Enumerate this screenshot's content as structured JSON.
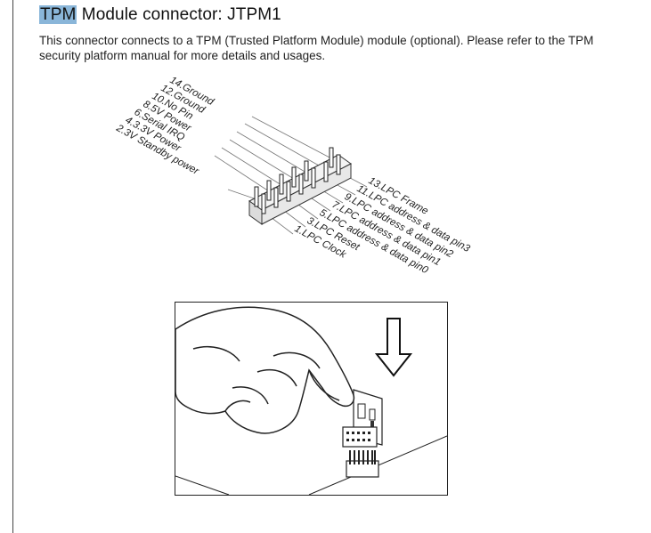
{
  "heading": {
    "highlight": "TPM",
    "rest": " Module connector: JTPM1"
  },
  "description": "This connector connects to a TPM (Trusted Platform Module) module (optional). Please refer to the TPM security platform manual for more details and usages.",
  "pins": {
    "even": [
      "14.Ground",
      "12.Ground",
      "10.No Pin",
      "8.5V Power",
      "6.Serial IRQ",
      "4.3.3V Power",
      "2.3V Standby power"
    ],
    "odd": [
      "13.LPC Frame",
      "11.LPC address & data pin3",
      "9.LPC address & data pin2",
      "7.LPC address & data pin1",
      "5.LPC address & data pin0",
      "3.LPC Reset",
      "1.LPC Clock"
    ]
  },
  "icons": {
    "insert_arrow": "arrow-down-icon"
  }
}
